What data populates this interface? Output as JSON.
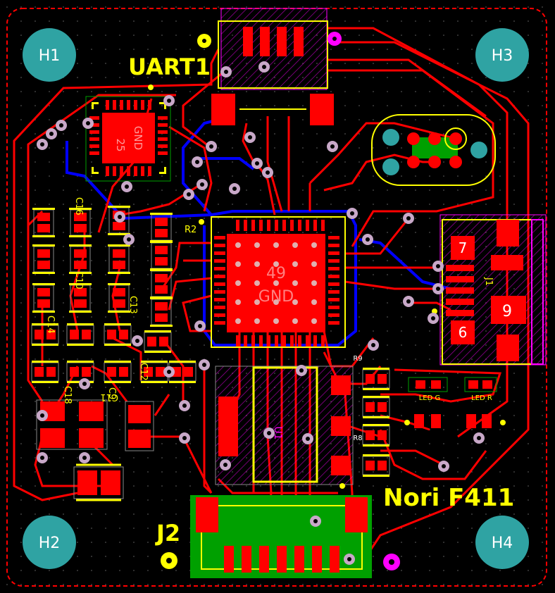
{
  "colors": {
    "board": "#000000",
    "outline": "#ff0000",
    "top_copper": "#ff0000",
    "bottom_copper": "#0000ff",
    "silkscreen": "#ffff00",
    "mounting_hole": "#2fa3a3",
    "via": "#c8a8c8",
    "keepout": "#ff00ff",
    "ground_pour": "#00a000"
  },
  "mounting_holes": [
    "H1",
    "H2",
    "H3",
    "H4"
  ],
  "labels": {
    "uart": "UART1",
    "connector_j2": "J2",
    "board_name": "Nori F411",
    "qfn_small_num": "25",
    "qfn_small_gnd": "GND",
    "mcu_pad_num": "49",
    "mcu_pad_gnd": "GND",
    "u1": "U1",
    "j1": "J1",
    "j1_pin7": "7",
    "j1_pin9": "9",
    "j1_pin6": "6",
    "r2": "R2",
    "r9": "R9",
    "r8": "R8",
    "c13": "C13",
    "c11": "C11",
    "c9": "C9",
    "c18": "C18",
    "c14": "C14",
    "c16": "C16",
    "c10": "C10",
    "c12": "C12",
    "led_g": "LED G",
    "led_r": "LED R"
  },
  "icons": {
    "board": "pcb-layout",
    "hole": "mounting-hole",
    "via": "via"
  }
}
